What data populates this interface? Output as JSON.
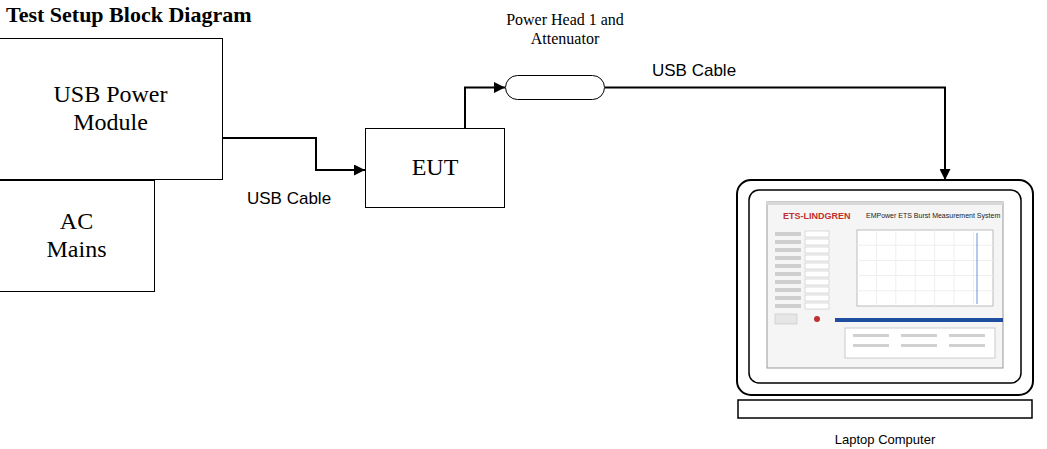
{
  "diagram": {
    "title": "Test Setup Block Diagram",
    "nodes": [
      {
        "text": [
          "USB Power Module"
        ]
      },
      {
        "text": [
          "AC Mains"
        ]
      },
      {
        "text": [
          "EUT"
        ]
      },
      {
        "text": [
          "Power Head 1 and Attenuator"
        ]
      },
      {
        "text": [
          "Laptop Computer"
        ]
      }
    ],
    "edges": [
      {
        "from": 0,
        "to": 2,
        "label": "USB Cable",
        "arrow": "to"
      },
      {
        "from": 2,
        "to": 3,
        "arrow": "to"
      },
      {
        "from": 3,
        "to": 4,
        "label": "USB Cable",
        "arrow": "to"
      }
    ],
    "labels": [
      "ETS-LINDGREN",
      "EMPower ETS Burst Measurement System"
    ]
  }
}
